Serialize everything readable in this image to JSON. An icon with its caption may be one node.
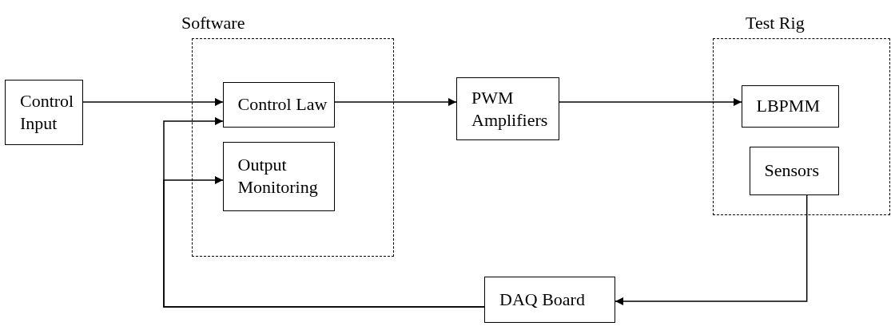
{
  "diagram": {
    "nodes": [
      {
        "text": [
          "Control Input"
        ]
      },
      {
        "text": [
          "Software"
        ]
      },
      {
        "text": [
          "Control Law"
        ],
        "in": 1
      },
      {
        "text": [
          "Output Monitoring"
        ],
        "in": 1
      },
      {
        "text": [
          "PWM Amplifiers"
        ]
      },
      {
        "text": [
          "Test Rig"
        ]
      },
      {
        "text": [
          "LBPMM"
        ],
        "in": 5
      },
      {
        "text": [
          "Sensors"
        ],
        "in": 5
      },
      {
        "text": [
          "DAQ Board"
        ]
      }
    ],
    "edges": [
      {
        "from": 0,
        "to": 2,
        "arrow": "to"
      },
      {
        "from": 2,
        "to": 4,
        "arrow": "to"
      },
      {
        "from": 4,
        "to": 6,
        "arrow": "to"
      },
      {
        "from": 7,
        "to": 8,
        "arrow": "to"
      },
      {
        "from": 8,
        "to": 2,
        "arrow": "to"
      },
      {
        "from": 8,
        "to": 3,
        "arrow": "to"
      }
    ]
  }
}
